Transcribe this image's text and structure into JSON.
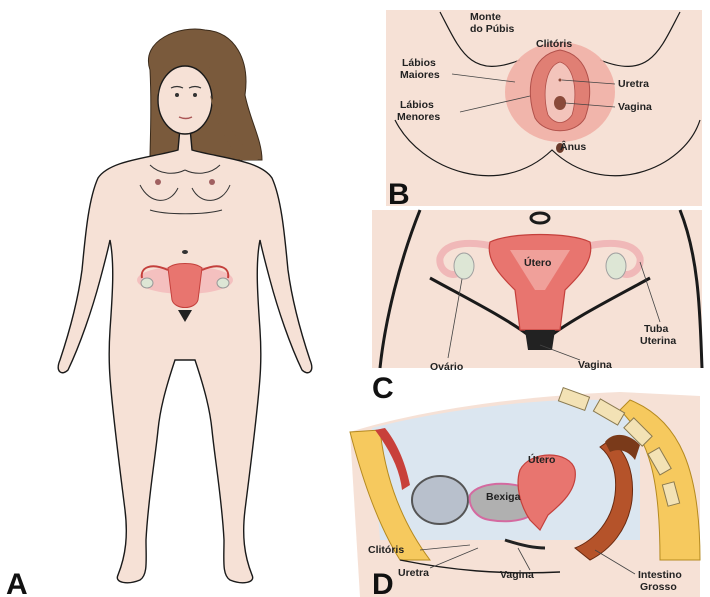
{
  "panels": {
    "a": "A",
    "b": "B",
    "c": "C",
    "d": "D"
  },
  "panel_b": {
    "monte_line1": "Monte",
    "monte_line2": "do Púbis",
    "clitoris": "Clitóris",
    "labios_maiores_line1": "Lábios",
    "labios_maiores_line2": "Maiores",
    "labios_menores_line1": "Lábios",
    "labios_menores_line2": "Menores",
    "uretra": "Uretra",
    "vagina": "Vagina",
    "anus": "Ânus"
  },
  "panel_c": {
    "utero": "Útero",
    "tuba_line1": "Tuba",
    "tuba_line2": "Uterina",
    "ovario": "Ovário",
    "vagina": "Vagina"
  },
  "panel_d": {
    "utero": "Útero",
    "bexiga": "Bexiga",
    "clitoris": "Clitóris",
    "uretra": "Uretra",
    "vagina": "Vagina",
    "intestino_line1": "Intestino",
    "intestino_line2": "Grosso"
  },
  "colors": {
    "skin": "#f6e1d6",
    "outline": "#1a1a1a",
    "organ": "#e8756f",
    "organ_dark": "#c4403c",
    "hair": "#7a5a3c",
    "fat": "#f6c95e",
    "sky": "#dbe6f0"
  }
}
